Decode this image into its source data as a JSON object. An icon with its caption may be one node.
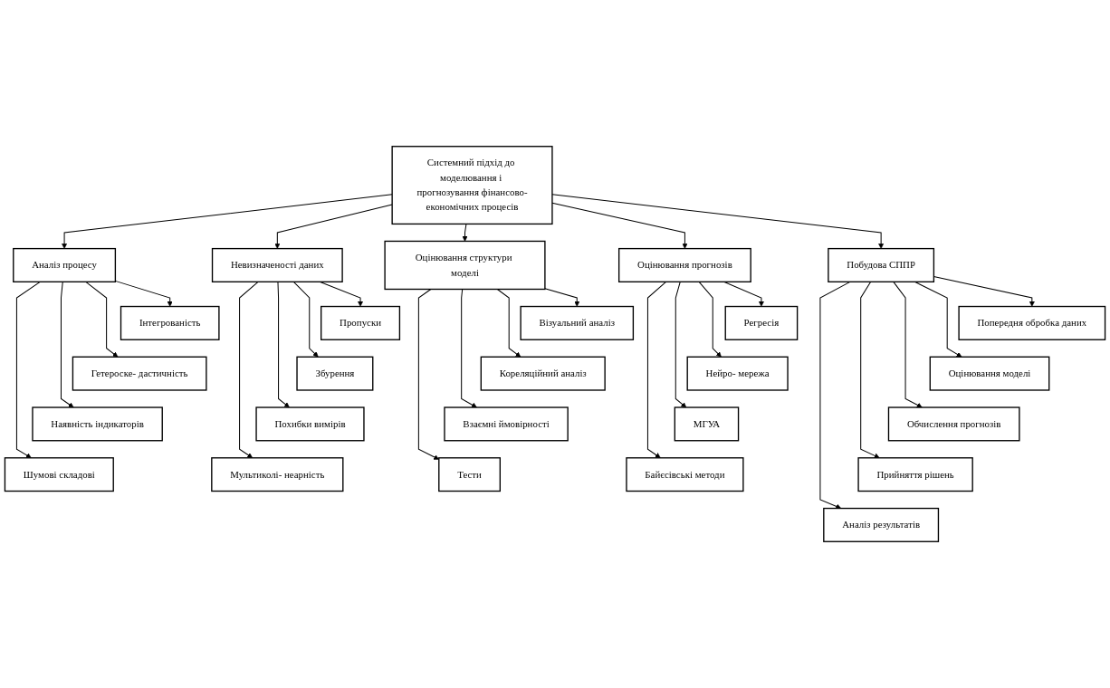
{
  "diagram": {
    "nodes": [
      {
        "text": [
          "Системний підхід до моделювання і прогнозування фінансово-економічних процесів"
        ]
      },
      {
        "text": [
          "Аналіз процесу"
        ]
      },
      {
        "text": [
          "Невизначеності даних"
        ]
      },
      {
        "text": [
          "Оцінювання структури моделі"
        ]
      },
      {
        "text": [
          "Оцінювання прогнозів"
        ]
      },
      {
        "text": [
          "Побудова СППР"
        ]
      },
      {
        "text": [
          "Інтегрованість"
        ]
      },
      {
        "text": [
          "Гетероске- дастичність"
        ]
      },
      {
        "text": [
          "Наявність індикаторів"
        ]
      },
      {
        "text": [
          "Шумові складові"
        ]
      },
      {
        "text": [
          "Пропуски"
        ]
      },
      {
        "text": [
          "Збурення"
        ]
      },
      {
        "text": [
          "Похибки вимірів"
        ]
      },
      {
        "text": [
          "Мультиколі- неарність"
        ]
      },
      {
        "text": [
          "Візуальний аналіз"
        ]
      },
      {
        "text": [
          "Кореляційний аналіз"
        ]
      },
      {
        "text": [
          "Взаємні ймовірності"
        ]
      },
      {
        "text": [
          "Тести"
        ]
      },
      {
        "text": [
          "Регресія"
        ]
      },
      {
        "text": [
          "Нейро- мережа"
        ]
      },
      {
        "text": [
          "МГУА"
        ]
      },
      {
        "text": [
          "Байєсівські методи"
        ]
      },
      {
        "text": [
          "Попередня обробка даних"
        ]
      },
      {
        "text": [
          "Оцінювання моделі"
        ]
      },
      {
        "text": [
          "Обчислення прогнозів"
        ]
      },
      {
        "text": [
          "Прийняття рішень"
        ]
      },
      {
        "text": [
          "Аналіз результатів"
        ]
      }
    ],
    "edges": [
      {
        "from": 0,
        "to": 1,
        "arrow": "to"
      },
      {
        "from": 0,
        "to": 2,
        "arrow": "to"
      },
      {
        "from": 0,
        "to": 3,
        "arrow": "to"
      },
      {
        "from": 0,
        "to": 4,
        "arrow": "to"
      },
      {
        "from": 0,
        "to": 5,
        "arrow": "to"
      },
      {
        "from": 1,
        "to": 6,
        "arrow": "to"
      },
      {
        "from": 1,
        "to": 7,
        "arrow": "to"
      },
      {
        "from": 1,
        "to": 8,
        "arrow": "to"
      },
      {
        "from": 1,
        "to": 9,
        "arrow": "to"
      },
      {
        "from": 2,
        "to": 10,
        "arrow": "to"
      },
      {
        "from": 2,
        "to": 11,
        "arrow": "to"
      },
      {
        "from": 2,
        "to": 12,
        "arrow": "to"
      },
      {
        "from": 2,
        "to": 13,
        "arrow": "to"
      },
      {
        "from": 3,
        "to": 14,
        "arrow": "to"
      },
      {
        "from": 3,
        "to": 15,
        "arrow": "to"
      },
      {
        "from": 3,
        "to": 16,
        "arrow": "to"
      },
      {
        "from": 3,
        "to": 17,
        "arrow": "to"
      },
      {
        "from": 4,
        "to": 18,
        "arrow": "to"
      },
      {
        "from": 4,
        "to": 19,
        "arrow": "to"
      },
      {
        "from": 4,
        "to": 20,
        "arrow": "to"
      },
      {
        "from": 4,
        "to": 21,
        "arrow": "to"
      },
      {
        "from": 5,
        "to": 22,
        "arrow": "to"
      },
      {
        "from": 5,
        "to": 23,
        "arrow": "to"
      },
      {
        "from": 5,
        "to": 24,
        "arrow": "to"
      },
      {
        "from": 5,
        "to": 25,
        "arrow": "to"
      },
      {
        "from": 5,
        "to": 26,
        "arrow": "to"
      }
    ]
  }
}
